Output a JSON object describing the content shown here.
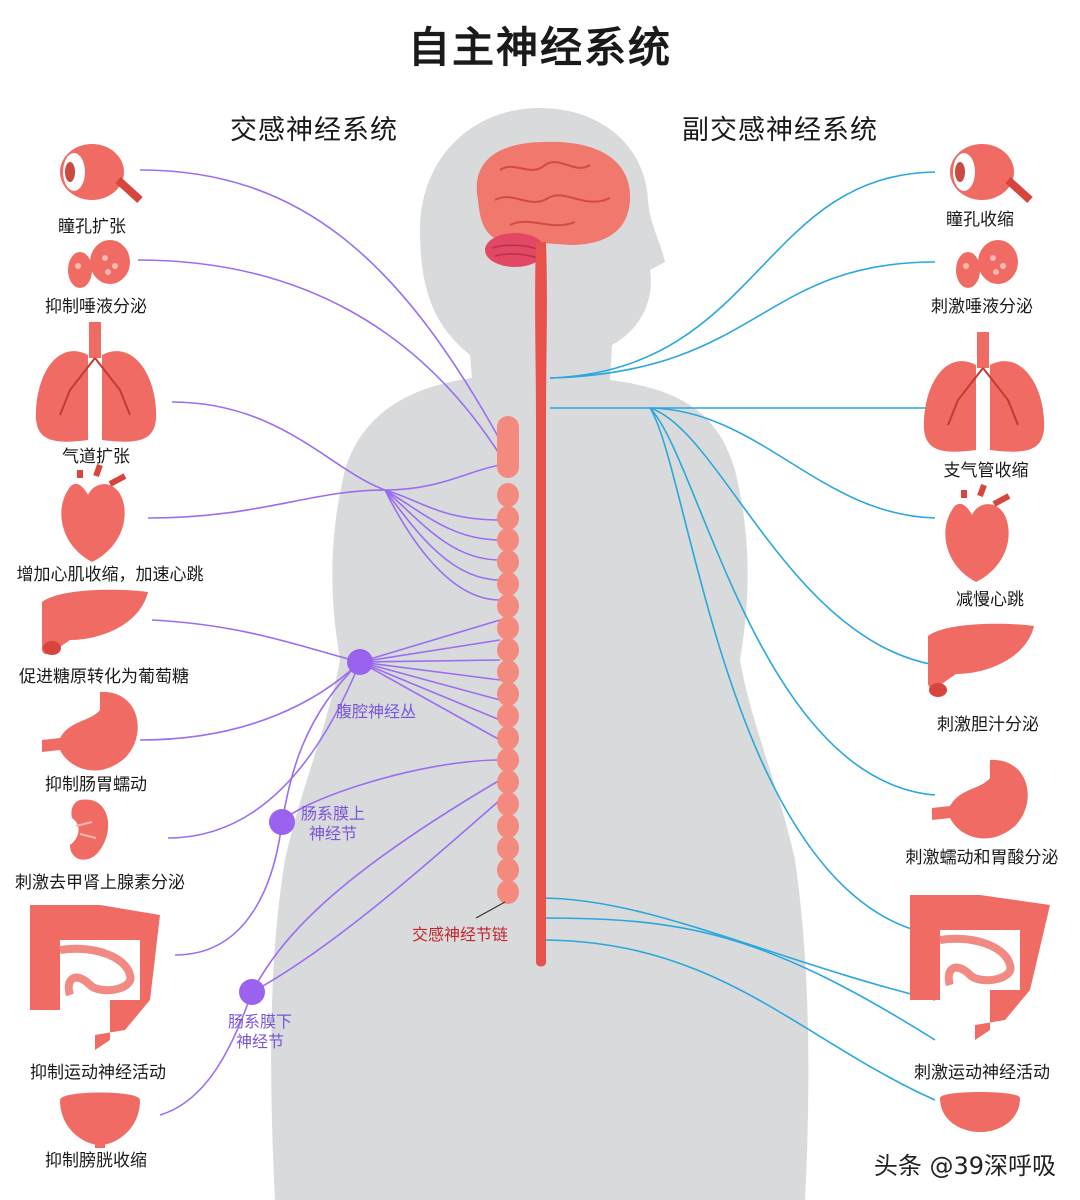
{
  "title": "自主神经系统",
  "sympathetic": {
    "heading": "交感神经系统",
    "items": [
      {
        "icon": "eye-icon",
        "label": "瞳孔扩张"
      },
      {
        "icon": "salivary-gland-icon",
        "label": "抑制唾液分泌"
      },
      {
        "icon": "lungs-icon",
        "label": "气道扩张"
      },
      {
        "icon": "heart-icon",
        "label": "增加心肌收缩，加速心跳"
      },
      {
        "icon": "liver-icon",
        "label": "促进糖原转化为葡萄糖"
      },
      {
        "icon": "stomach-icon",
        "label": "抑制肠胃蠕动"
      },
      {
        "icon": "kidney-icon",
        "label": "刺激去甲肾上腺素分泌"
      },
      {
        "icon": "intestine-icon",
        "label": "抑制运动神经活动"
      },
      {
        "icon": "bladder-icon",
        "label": "抑制膀胱收缩"
      }
    ]
  },
  "parasympathetic": {
    "heading": "副交感神经系统",
    "items": [
      {
        "icon": "eye-icon",
        "label": "瞳孔收缩"
      },
      {
        "icon": "salivary-gland-icon",
        "label": "刺激唾液分泌"
      },
      {
        "icon": "lungs-icon",
        "label": "支气管收缩"
      },
      {
        "icon": "heart-icon",
        "label": "减慢心跳"
      },
      {
        "icon": "liver-icon",
        "label": "刺激胆汁分泌"
      },
      {
        "icon": "stomach-icon",
        "label": "刺激蠕动和胃酸分泌"
      },
      {
        "icon": "intestine-icon",
        "label": "刺激运动神经活动"
      },
      {
        "icon": "bladder-icon",
        "label": ""
      }
    ]
  },
  "ganglia": {
    "celiac": "腹腔神经丛",
    "superior_mesenteric": [
      "肠系膜上",
      "神经节"
    ],
    "inferior_mesenteric": [
      "肠系膜下",
      "神经节"
    ],
    "chain": "交感神经节链"
  },
  "watermark": "头条 @39深呼吸",
  "colors": {
    "sympathetic_nerve": "#9b6ef0",
    "parasympathetic_nerve": "#2aa7dc",
    "organ": "#ef6b63",
    "organ_dark": "#d8453f",
    "spinal_cord": "#e8524c",
    "ganglion_chain": "#f48a7e",
    "ganglion": "#9b62f0",
    "body": "#d9dadc"
  }
}
